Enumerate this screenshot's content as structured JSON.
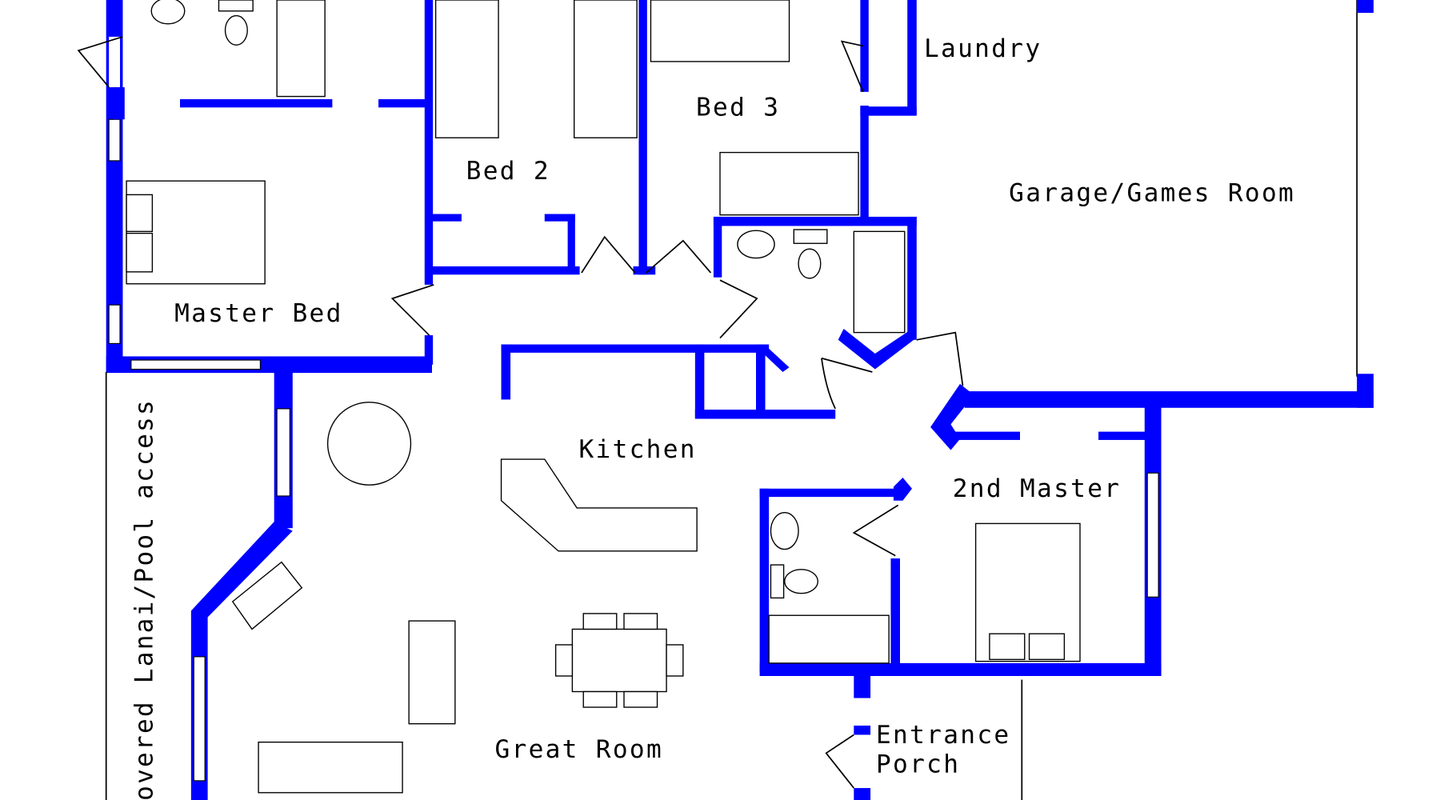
{
  "plan": {
    "wall_color": "#0000ff",
    "rooms": {
      "laundry": "Laundry",
      "bed3": "Bed 3",
      "bed2": "Bed 2",
      "garage": "Garage/Games Room",
      "master_bed": "Master Bed",
      "kitchen": "Kitchen",
      "second_master": "2nd Master",
      "lanai": "Covered Lanai/Pool access",
      "great_room": "Great Room",
      "entrance_line1": "Entrance",
      "entrance_line2": "Porch"
    }
  }
}
